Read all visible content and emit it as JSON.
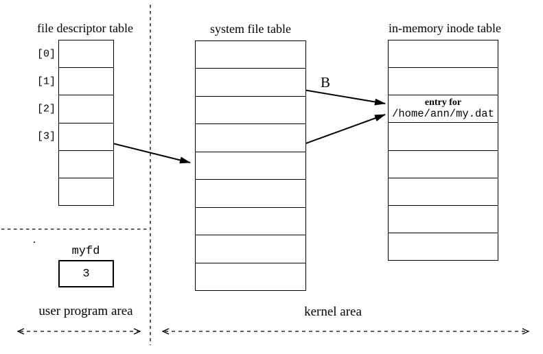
{
  "colors": {
    "ink": "#000000",
    "paper": "#ffffff"
  },
  "fd_table": {
    "title": "file descriptor table",
    "row_labels": [
      "[0]",
      "[1]",
      "[2]",
      "[3]",
      "",
      ""
    ]
  },
  "system_file_table": {
    "title": "system file table",
    "row_count": 9
  },
  "inode_table": {
    "title": "in-memory inode table",
    "row_count": 8,
    "entry_row_index": 2,
    "entry": {
      "line1": "entry for",
      "line2": "/home/ann/my.dat"
    }
  },
  "myfd": {
    "label": "myfd",
    "value": "3"
  },
  "connections": {
    "b_label": "B"
  },
  "areas": {
    "user": "user program area",
    "kernel": "kernel area"
  }
}
